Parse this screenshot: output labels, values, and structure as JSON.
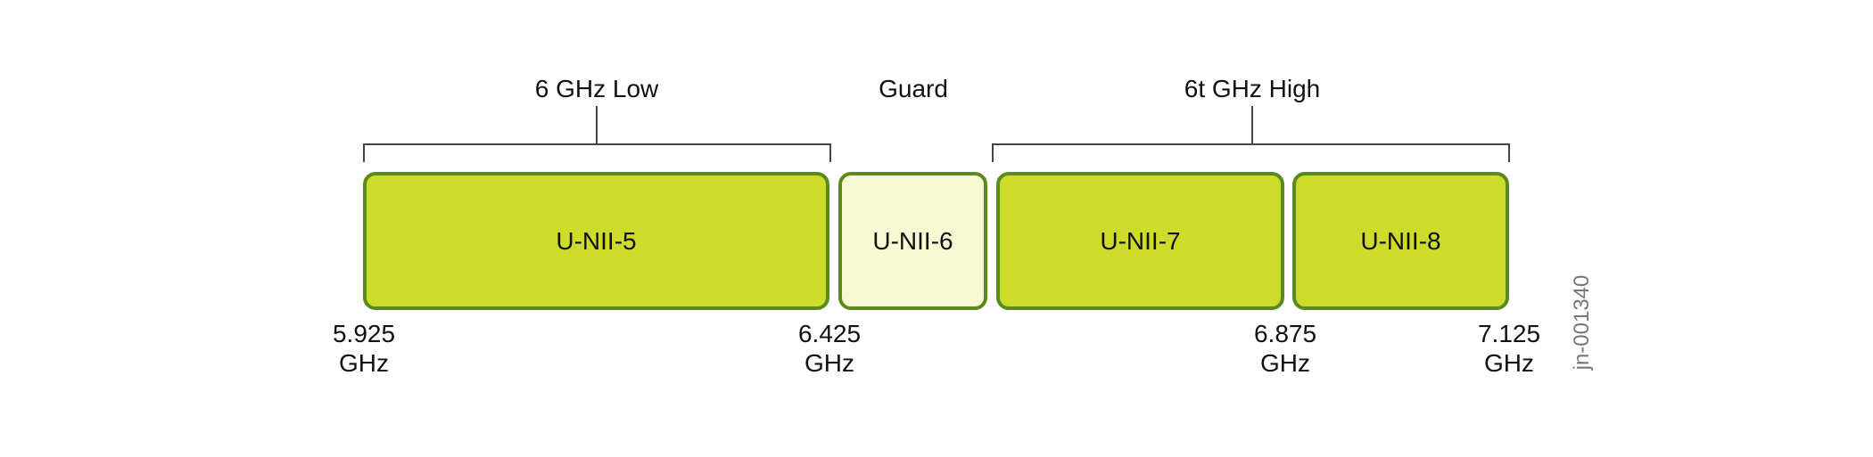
{
  "groups": {
    "low": "6 GHz Low",
    "guard": "Guard",
    "high": "6t GHz High"
  },
  "bands": [
    {
      "label": "U-NII-5",
      "type": "primary"
    },
    {
      "label": "U-NII-6",
      "type": "guard"
    },
    {
      "label": "U-NII-7",
      "type": "primary"
    },
    {
      "label": "U-NII-8",
      "type": "primary"
    }
  ],
  "frequencies": [
    {
      "value": "5.925",
      "unit": "GHz"
    },
    {
      "value": "6.425",
      "unit": "GHz"
    },
    {
      "value": "6.875",
      "unit": "GHz"
    },
    {
      "value": "7.125",
      "unit": "GHz"
    }
  ],
  "colors": {
    "primary_fill": "#cddb2a",
    "guard_fill": "#f6f9d2",
    "border": "#5a8a1e",
    "bracket": "#444444"
  },
  "watermark": "jn-001340"
}
